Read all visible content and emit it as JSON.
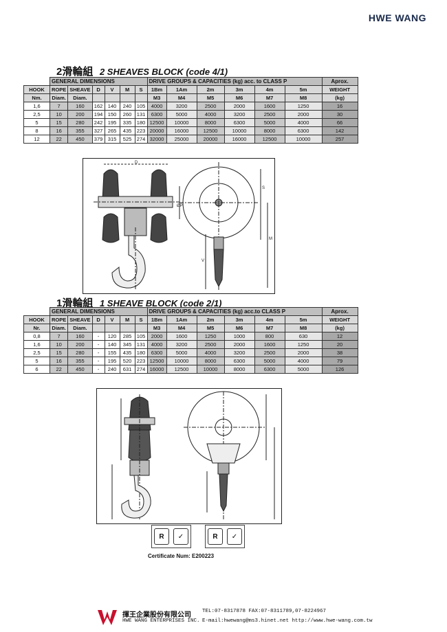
{
  "brand": "HWE WANG",
  "section1": {
    "title_cn": "2滑輪組",
    "title_en": "2 SHEAVES BLOCK (code 4/1)",
    "group_general": "GENERAL DIMENSIONS",
    "group_drive": "DRIVE GROUPS & CAPACITIES (kg) acc. to CLASS P",
    "group_aprox": "Aprox.",
    "headers_top": [
      "HOOK",
      "ROPE",
      "SHEAVE",
      "D",
      "V",
      "M",
      "S",
      "1Bm",
      "1Am",
      "2m",
      "3m",
      "4m",
      "5m",
      "WEIGHT"
    ],
    "headers_bottom": [
      "Nm.",
      "Diam.",
      "Diam.",
      "",
      "",
      "",
      "",
      "M3",
      "M4",
      "M5",
      "M6",
      "M7",
      "M8",
      "(kg)"
    ],
    "rows": [
      [
        "1,6",
        "7",
        "160",
        "162",
        "140",
        "240",
        "105",
        "4000",
        "3200",
        "2500",
        "2000",
        "1600",
        "1250",
        "16"
      ],
      [
        "2,5",
        "10",
        "200",
        "194",
        "150",
        "260",
        "131",
        "6300",
        "5000",
        "4000",
        "3200",
        "2500",
        "2000",
        "30"
      ],
      [
        "5",
        "15",
        "280",
        "242",
        "195",
        "335",
        "180",
        "12500",
        "10000",
        "8000",
        "6300",
        "5000",
        "4000",
        "66"
      ],
      [
        "8",
        "16",
        "355",
        "327",
        "265",
        "435",
        "223",
        "20000",
        "16000",
        "12500",
        "10000",
        "8000",
        "6300",
        "142"
      ],
      [
        "12",
        "22",
        "450",
        "379",
        "315",
        "525",
        "274",
        "32000",
        "25000",
        "20000",
        "16000",
        "12500",
        "10000",
        "257"
      ]
    ]
  },
  "section2": {
    "title_cn": "1滑輪組",
    "title_en": "1 SHEAVE BLOCK (code 2/1)",
    "group_general": "GENERAL DIMENSIONS",
    "group_drive": "DRIVE GROUPS & CAPACITIES (kg) acc.to CLASS P",
    "group_aprox": "Aprox.",
    "headers_top": [
      "HOOK",
      "ROPE",
      "SHEAVE",
      "D",
      "V",
      "M",
      "S",
      "1Bm",
      "1Am",
      "2m",
      "3m",
      "4m",
      "5m",
      "WEIGHT"
    ],
    "headers_bottom": [
      "Nr.",
      "Diam.",
      "Diam.",
      "",
      "",
      "",
      "",
      "M3",
      "M4",
      "M5",
      "M6",
      "M7",
      "M8",
      "(kg)"
    ],
    "rows": [
      [
        "0,8",
        "7",
        "160",
        "-",
        "120",
        "285",
        "105",
        "2000",
        "1600",
        "1250",
        "1000",
        "800",
        "630",
        "12"
      ],
      [
        "1,6",
        "10",
        "200",
        "-",
        "140",
        "345",
        "131",
        "4000",
        "3200",
        "2500",
        "2000",
        "1600",
        "1250",
        "20"
      ],
      [
        "2,5",
        "15",
        "280",
        "-",
        "155",
        "435",
        "180",
        "6300",
        "5000",
        "4000",
        "3200",
        "2500",
        "2000",
        "38"
      ],
      [
        "5",
        "16",
        "355",
        "-",
        "195",
        "520",
        "223",
        "12500",
        "10000",
        "8000",
        "6300",
        "5000",
        "4000",
        "79"
      ],
      [
        "6",
        "22",
        "450",
        "-",
        "240",
        "631",
        "274",
        "16000",
        "12500",
        "10000",
        "8000",
        "6300",
        "5000",
        "126"
      ]
    ]
  },
  "drawing_labels": {
    "d": "D",
    "dp": "ØP",
    "s": "S",
    "m": "M",
    "v": "V"
  },
  "cert_marks": [
    "R",
    "R"
  ],
  "certificate": "Certificate Num: E200223",
  "footer": {
    "company_cn": "揮王企業股份有限公司",
    "company_en": "HWE WANG ENTERPRISES INC.",
    "tel": "TEL:07-8317878  FAX:07-8311789,07-8224967",
    "mail": "E-mail:hwewang@ms3.hinet.net  http://www.hwe-wang.com.tw"
  }
}
